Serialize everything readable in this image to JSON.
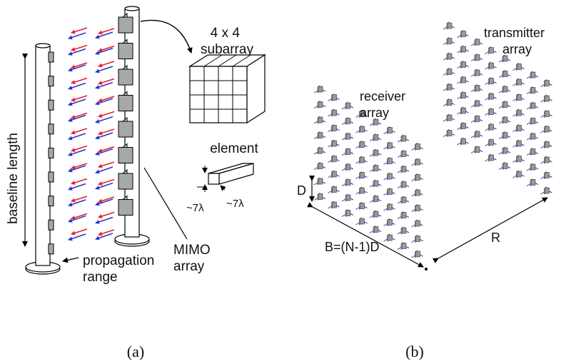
{
  "panel_a": {
    "caption": "(a)",
    "labels": {
      "subarray": "4 x 4\nsubarray",
      "element": "element",
      "dim1": "~7λ",
      "dim2": "~7λ",
      "baseline": "baseline length",
      "propagation": "propagation\nrange",
      "mimo": "MIMO\narray"
    }
  },
  "panel_b": {
    "caption": "(b)",
    "labels": {
      "transmitter": "transmitter\narray",
      "receiver": "receiver\narray",
      "d": "D",
      "b": "B=(N-1)D",
      "r": "R"
    }
  },
  "colors": {
    "red_arrow": "#e8202a",
    "blue_arrow": "#2a35c8",
    "element_fill": "#a8a8a8",
    "outline": "#000000"
  }
}
